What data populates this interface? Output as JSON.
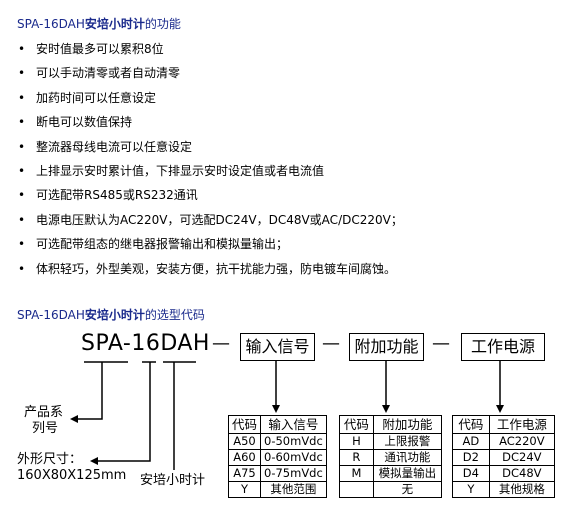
{
  "section1": {
    "prefix": "SPA-16DAH",
    "bold": "安培小时计",
    "suffix": "的功能"
  },
  "features": [
    "安时值最多可以累积8位",
    "可以手动清零或者自动清零",
    "加药时间可以任意设定",
    "断电可以数值保持",
    "整流器母线电流可以任意设定",
    "上排显示安时累计值，下排显示安时设定值或者电流值",
    "可选配带RS485或RS232通讯",
    "电源电压默认为AC220V，可选配DC24V，DC48V或AC/DC220V；",
    "可选配带组态的继电器报警输出和模拟量输出；",
    "体积轻巧，外型美观，安装方便，抗干扰能力强，防电镀车间腐蚀。"
  ],
  "bullet": "•",
  "section2": {
    "prefix": "SPA-16DAH",
    "bold": "安培小时计",
    "suffix": "的选型代码"
  },
  "model": "SPA-16DAH",
  "dash": "—",
  "boxes": [
    "输入信号",
    "附加功能",
    "工作电源"
  ],
  "labels": {
    "series": [
      "产品系",
      "列号"
    ],
    "size": [
      "外形尺寸：",
      "160X80X125mm"
    ],
    "type": "安培小时计"
  },
  "tables": [
    {
      "headers": [
        "代码",
        "输入信号"
      ],
      "rows": [
        [
          "A50",
          "0-50mVdc"
        ],
        [
          "A60",
          "0-60mVdc"
        ],
        [
          "A75",
          "0-75mVdc"
        ],
        [
          "Y",
          "其他范围"
        ]
      ]
    },
    {
      "headers": [
        "代码",
        "附加功能"
      ],
      "rows": [
        [
          "H",
          "上限报警"
        ],
        [
          "R",
          "通讯功能"
        ],
        [
          "M",
          "模拟量输出"
        ],
        [
          "",
          "无"
        ]
      ]
    },
    {
      "headers": [
        "代码",
        "工作电源"
      ],
      "rows": [
        [
          "AD",
          "AC220V"
        ],
        [
          "D2",
          "DC24V"
        ],
        [
          "D4",
          "DC48V"
        ],
        [
          "Y",
          "其他规格"
        ]
      ]
    }
  ]
}
